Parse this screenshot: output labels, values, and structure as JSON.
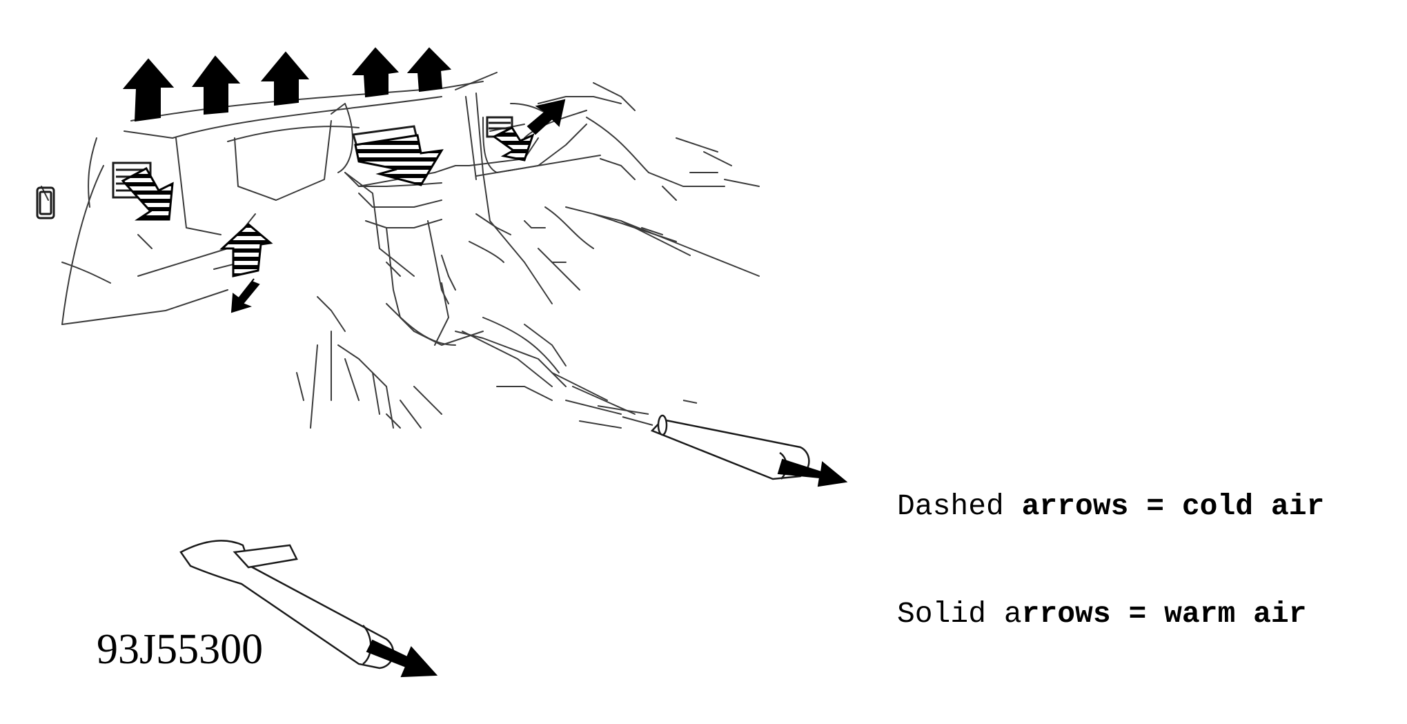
{
  "legend": {
    "line1": {
      "a": "Dashed",
      "b": " arrows",
      "c": " = cold air"
    },
    "line2": {
      "a": "Solid a",
      "b": "rrows",
      "c": " = warm air"
    }
  },
  "figure_code": "93J55300",
  "colors": {
    "ink": "#000000",
    "paper": "#ffffff",
    "line": "#3a3a3a"
  }
}
